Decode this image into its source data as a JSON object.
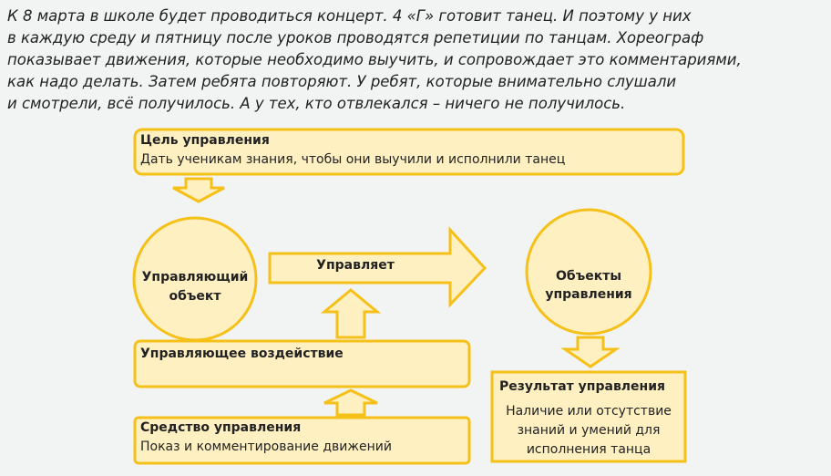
{
  "text_lines": [
    "К 8 марта в школе будет проводиться концерт. 4 «Г» готовит танец. И поэтому у них",
    "в каждую среду и пятницу после уроков проводятся репетиции по танцам. Хореограф",
    "показывает движения, которые необходимо выучить, и сопровождает это комментариями,",
    "как надо делать. Затем ребята повторяют. У ребят, которые внимательно слушали",
    "и смотрели, всё получилось. А у тех, кто отвлекался – ничего не получилось."
  ],
  "goal": {
    "title": "Цель управления",
    "text": "Дать ученикам знания, чтобы они выучили и исполнили танец"
  },
  "subject": {
    "line1": "Управляющий",
    "line2": "объект"
  },
  "arrow_label": "Управляет",
  "objects": {
    "line1": "Объекты",
    "line2": "управления"
  },
  "influence": {
    "title": "Управляющее воздействие"
  },
  "means": {
    "title": "Средство управления",
    "text": "Показ и комментирование движений"
  },
  "result": {
    "title": "Результат управления",
    "line1": "Наличие или отсутствие",
    "line2": "знаний и умений для",
    "line3": "исполнения танца"
  },
  "colors": {
    "fill": "#fff0c2",
    "stroke": "#f5c018"
  }
}
